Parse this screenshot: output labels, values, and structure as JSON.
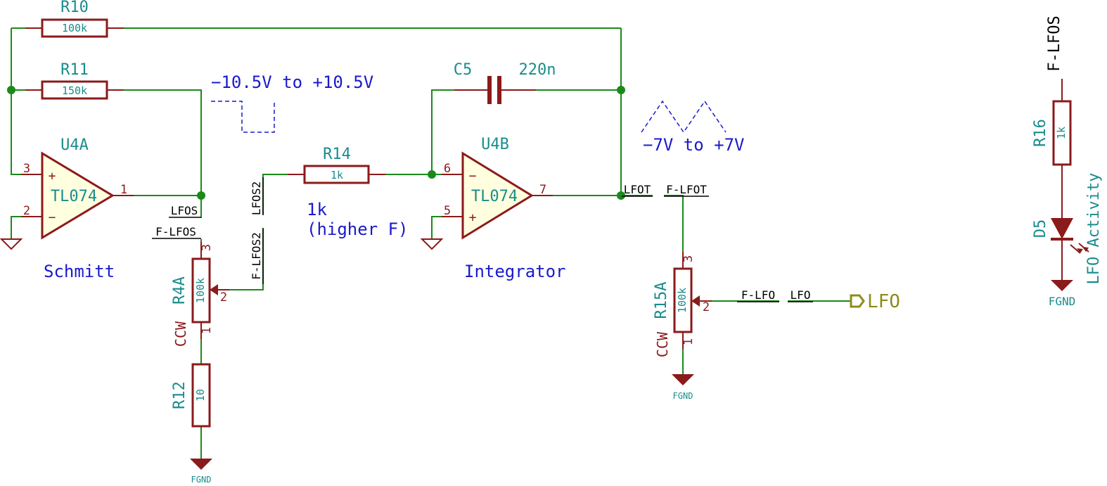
{
  "components": {
    "r10": {
      "ref": "R10",
      "value": "100k"
    },
    "r11": {
      "ref": "R11",
      "value": "150k"
    },
    "r14": {
      "ref": "R14",
      "value": "1k"
    },
    "r12": {
      "ref": "R12",
      "value": "10"
    },
    "r16": {
      "ref": "R16",
      "value": "1k"
    },
    "r4a": {
      "ref": "R4A",
      "value": "100k",
      "ccw": "CCW",
      "pin1": "1",
      "pin2": "2",
      "pin3": "3"
    },
    "r15a": {
      "ref": "R15A",
      "value": "100k",
      "ccw": "CCW",
      "pin1": "1",
      "pin2": "2",
      "pin3": "3"
    },
    "c5": {
      "ref": "C5",
      "value": "220n"
    },
    "u4a": {
      "ref": "U4A",
      "value": "TL074",
      "pin_plus": "3",
      "pin_minus": "2",
      "pin_out": "1",
      "plus_sign": "+",
      "minus_sign": "−"
    },
    "u4b": {
      "ref": "U4B",
      "value": "TL074",
      "pin_plus": "5",
      "pin_minus": "6",
      "pin_out": "7",
      "plus_sign": "+",
      "minus_sign": "−"
    },
    "d5": {
      "ref": "D5",
      "value": "LFO Activity"
    }
  },
  "nets": {
    "lfos": "LFOS",
    "f_lfos": "F-LFOS",
    "lfos2": "LFOS2",
    "f_lfos2": "F-LFOS2",
    "lfot": "LFOT",
    "f_lfot": "F-LFOT",
    "f_lfo": "F-LFO",
    "lfo": "LFO",
    "f_lfos_top": "F-LFOS"
  },
  "ground_labels": [
    "FGND",
    "FGND",
    "FGND"
  ],
  "notes": {
    "square_range": "−10.5V to +10.5V",
    "triangle_range": "−7V to +7V",
    "r14_note_1": "1k",
    "r14_note_2": "(higher F)",
    "schmitt": "Schmitt",
    "integrator": "Integrator"
  },
  "output_port": "LFO",
  "colors": {
    "wire": "#1a8a1a",
    "component": "#8b1a1a",
    "body_fill": "#ffffe0",
    "reference": "#1a8c8c",
    "annotation": "#1a1acc",
    "port": "#8c8c1a"
  }
}
